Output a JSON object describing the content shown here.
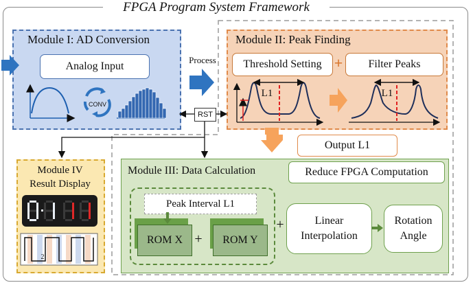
{
  "title": "FPGA Program System Framework",
  "modules": {
    "m1": {
      "title": "Module I: AD Conversion",
      "input": "Analog Input",
      "conv": "CONV"
    },
    "m2": {
      "title": "Module II: Peak Finding",
      "threshold": "Threshold Setting",
      "plus": "+",
      "filter": "Filter Peaks",
      "l1_left": "L1",
      "l1_right": "L1"
    },
    "m3": {
      "title": "Module III: Data Calculation",
      "reduce": "Reduce FPGA Computation",
      "peak_interval": "Peak Interval L1",
      "rom_x": "ROM X",
      "rom_y": "ROM Y",
      "plus": "+",
      "linear_1": "Linear",
      "linear_2": "Interpolation",
      "rotation_1": "Rotation",
      "rotation_2": "Angle"
    },
    "m4": {
      "title_1": "Module IV",
      "title_2": "Result Display",
      "digit_2": "2"
    }
  },
  "process_label": "Process",
  "rst_label": "RST",
  "output_label": "Output L1",
  "colors": {
    "blue_fill": "#c9d8f1",
    "blue_border": "#4a72b0",
    "blue_arrow": "#2f74c0",
    "orange_fill": "#f6d3b8",
    "orange_border": "#e08a4a",
    "orange_arrow": "#f6a35c",
    "green_fill": "#d7e6c7",
    "green_border": "#6ea04d",
    "yellow_fill": "#fbe8b2",
    "yellow_border": "#d8a930",
    "peak_line": "#1f2f5a",
    "marker_red": "#e02020"
  },
  "icons": [
    "left-input-arrow-icon",
    "process-arrow-icon",
    "sine-wave-icon",
    "conv-cycle-icon",
    "histogram-icon",
    "peak-signal-icon",
    "filtered-peak-icon",
    "output-arrow-icon",
    "seven-segment-display-icon",
    "pulse-wave-icon"
  ]
}
